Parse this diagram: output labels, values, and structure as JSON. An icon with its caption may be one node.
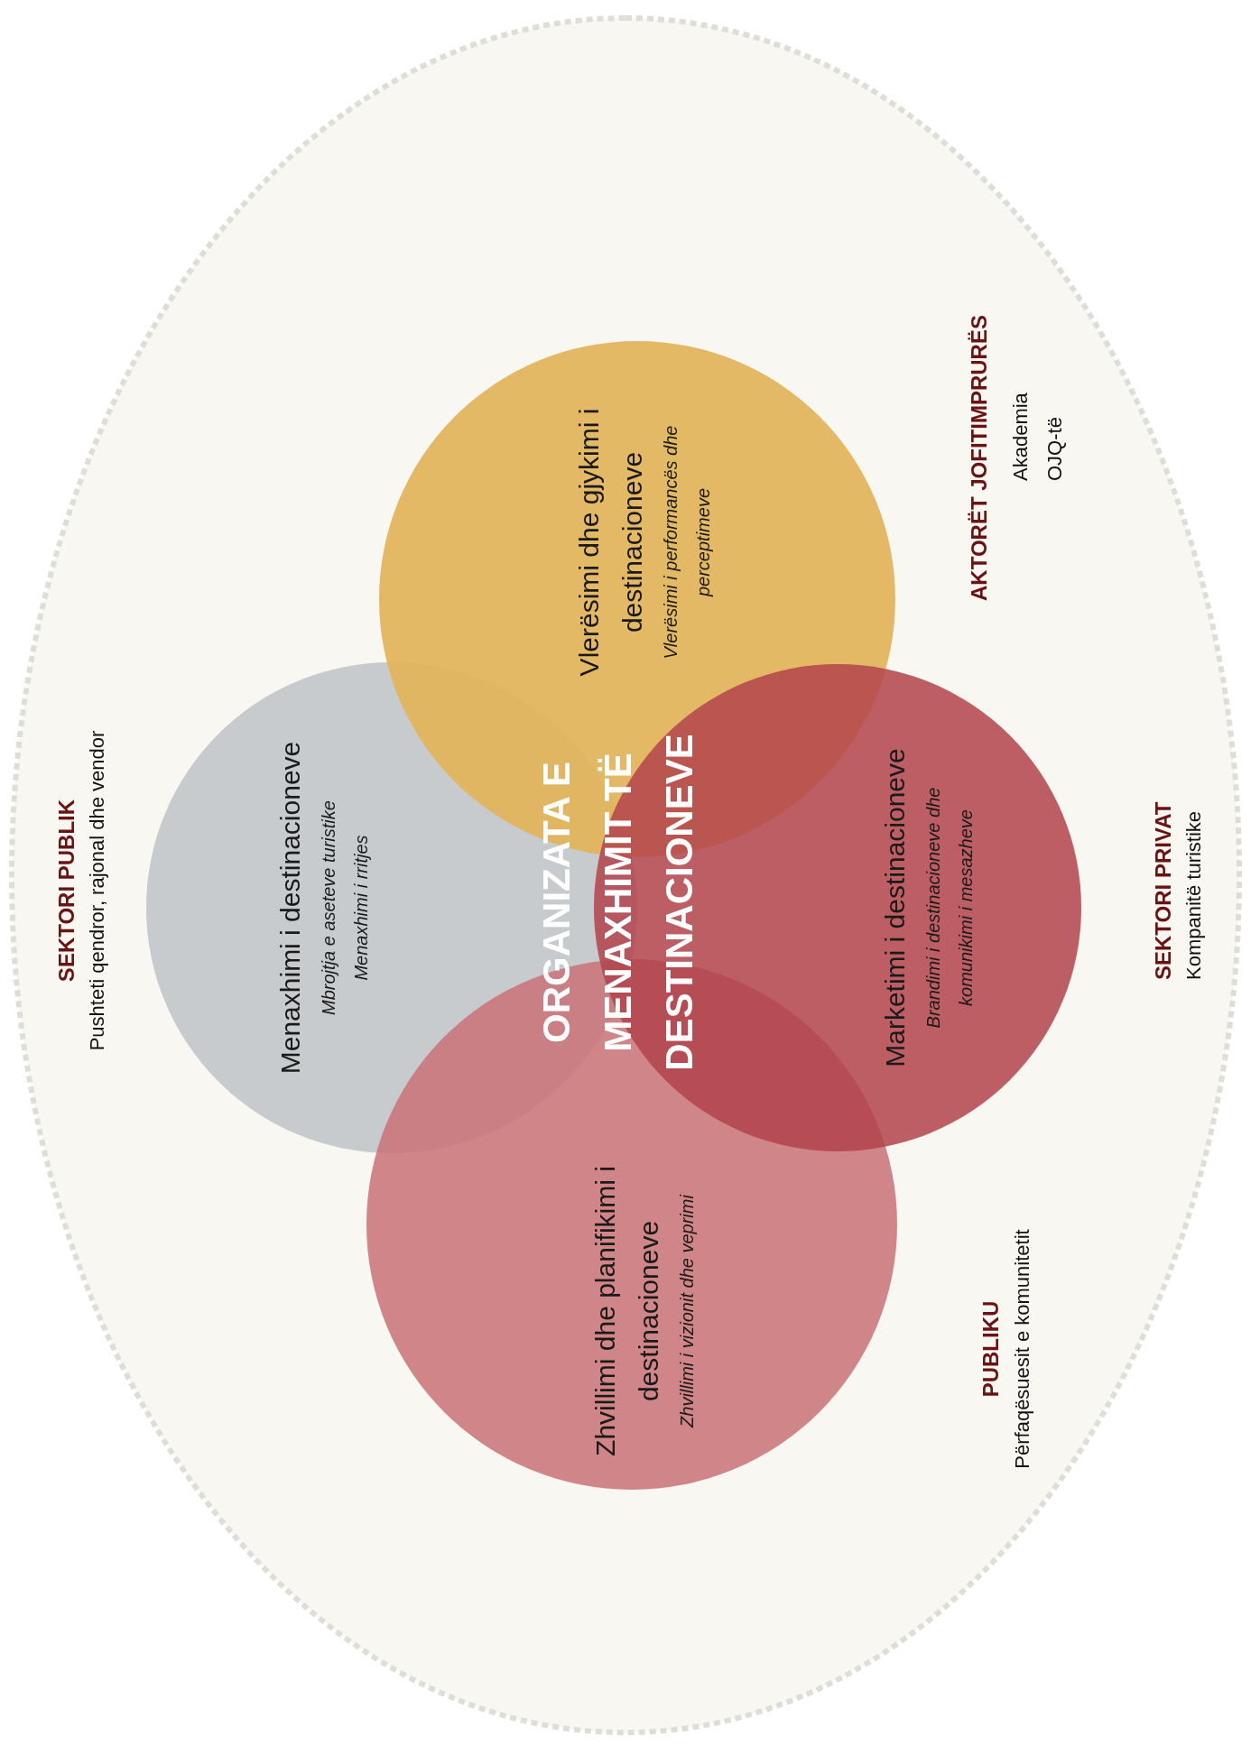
{
  "diagram": {
    "nodes": [
      {
        "text": [
          "Vlerësimi dhe gjykimi i destinacioneve",
          "Vlerësimi i performancës dhe perceptimeve"
        ]
      },
      {
        "text": [
          "Menaxhimi i destinacioneve",
          "Mbrojtja e aseteve turistike",
          "Menaxhimi i rritjes"
        ]
      },
      {
        "text": [
          "Marketimi i destinacioneve",
          "Brandimi i destinacioneve dhe komunikimi i mesazheve"
        ]
      },
      {
        "text": [
          "Zhvillimi dhe planifikimi i destinacioneve",
          "Zhvillimi i vizionit dhe veprimi"
        ]
      }
    ],
    "edges": [],
    "labels": [
      "ORGANIZATA E MENAXHIMIT TË DESTINACIONEVE",
      "SEKTORI PUBLIK",
      "Pushteti qendror, rajonal dhe vendor",
      "AKTORËT JOFITIMPRURËS",
      "Akademia",
      "OJQ-të",
      "SEKTORI PRIVAT",
      "Kompanitë turistike",
      "PUBLIKU",
      "Përfaqësuesit e komunitetit"
    ]
  }
}
